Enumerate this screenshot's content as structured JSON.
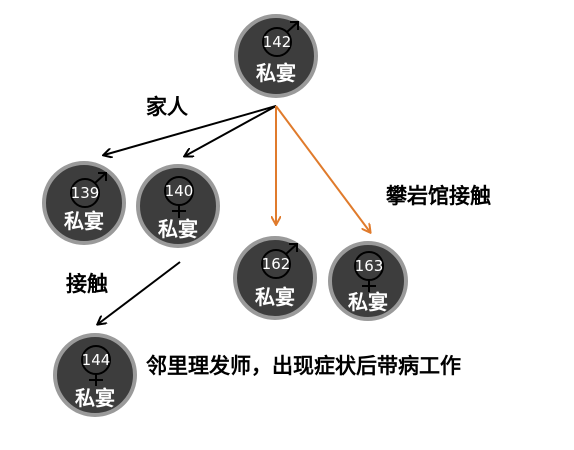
{
  "colors": {
    "family_edge": "#000000",
    "contact_edge": "#000000",
    "climbing_edge": "#e07b2c"
  },
  "cases": [
    {
      "id": "142",
      "type": "私宴",
      "sex": "male"
    },
    {
      "id": "139",
      "type": "私宴",
      "sex": "male"
    },
    {
      "id": "140",
      "type": "私宴",
      "sex": "female"
    },
    {
      "id": "162",
      "type": "私宴",
      "sex": "male"
    },
    {
      "id": "163",
      "type": "私宴",
      "sex": "female"
    },
    {
      "id": "144",
      "type": "私宴",
      "sex": "female"
    }
  ],
  "edge_labels": {
    "family": "家人",
    "climbing_gym": "攀岩馆接触",
    "contact": "接触"
  },
  "annotation": "邻里理发师，出现症状后带病工作"
}
